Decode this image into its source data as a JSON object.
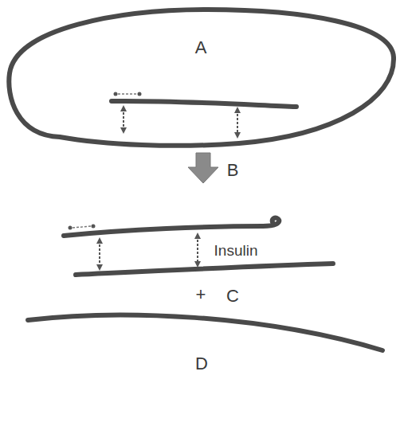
{
  "diagram": {
    "labels": [
      "A",
      "B",
      "Insulin",
      "+",
      "C",
      "D"
    ]
  }
}
